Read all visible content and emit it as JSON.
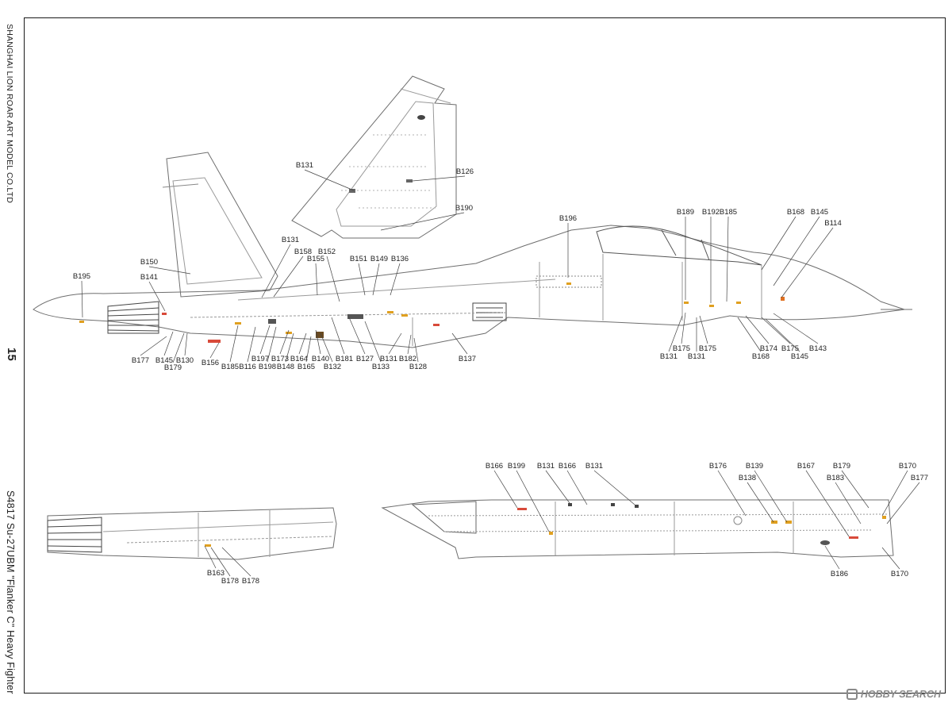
{
  "sheet": {
    "company": "SHANGHAI LION ROAR ART MODEL CO.LTD",
    "page_number": "15",
    "title": "S4817  Su-27UBM  \"Flanker C\"  Heavy  Fighter",
    "watermark": "HOBBY SEARCH"
  },
  "callouts": {
    "main_side_view": [
      "B195",
      "B150",
      "B141",
      "B131",
      "B158",
      "B152",
      "B155",
      "B151",
      "B149",
      "B136",
      "B177",
      "B145",
      "B130",
      "B179",
      "B156",
      "B185",
      "B116",
      "B197",
      "B198",
      "B173",
      "B148",
      "B164",
      "B165",
      "B140",
      "B132",
      "B181",
      "B127",
      "B133",
      "B131",
      "B182",
      "B128",
      "B137",
      "B196",
      "B189",
      "B192",
      "B185",
      "B168",
      "B145",
      "B114",
      "B175",
      "B131",
      "B175",
      "B131",
      "B174",
      "B175",
      "B143",
      "B168",
      "B145"
    ],
    "fin_view": [
      "B131",
      "B126",
      "B190"
    ],
    "lower_left_view": [
      "B163",
      "B178",
      "B178"
    ],
    "lower_right_view": [
      "B166",
      "B199",
      "B131",
      "B166",
      "B131",
      "B176",
      "B138",
      "B139",
      "B167",
      "B179",
      "B183",
      "B170",
      "B177",
      "B186",
      "B170"
    ]
  },
  "colors": {
    "line": "#6e6e6e",
    "detail": "#9a9a9a",
    "text": "#222222",
    "marker": "#e0a020",
    "marker_red": "#d84a3a"
  }
}
